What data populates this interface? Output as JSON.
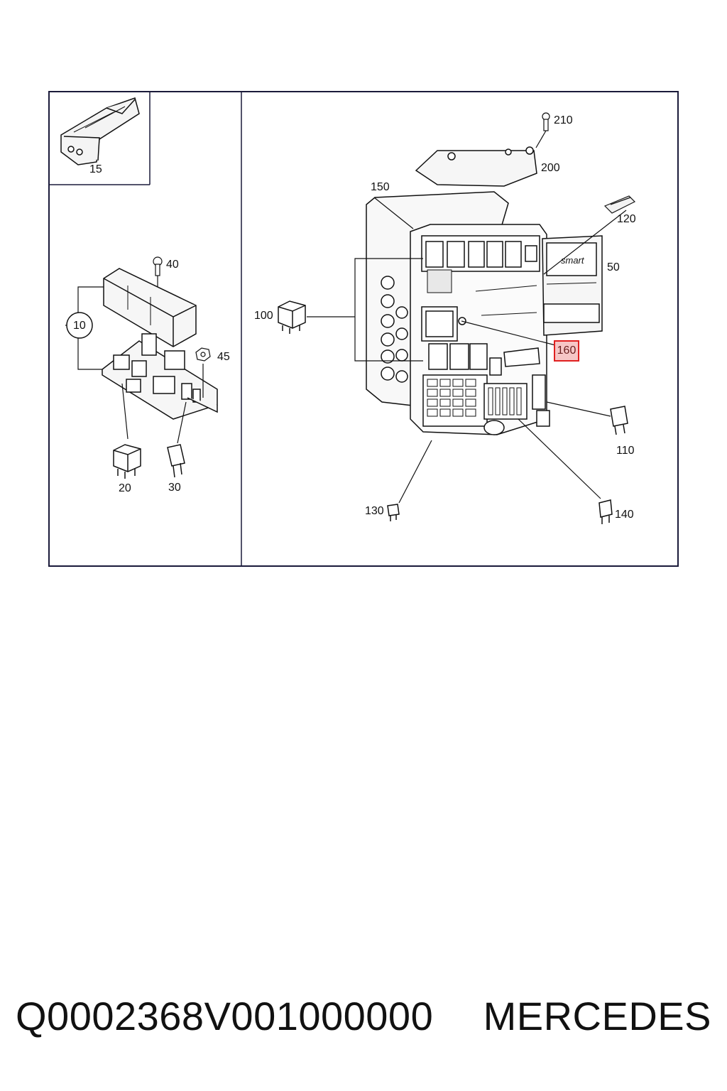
{
  "callouts": {
    "c15": "15",
    "c10": "10",
    "c40": "40",
    "c45": "45",
    "c20": "20",
    "c30": "30",
    "c210": "210",
    "c200": "200",
    "c150": "150",
    "c120": "120",
    "c50": "50",
    "c100": "100",
    "c160": "160",
    "c110": "110",
    "c130": "130",
    "c140": "140"
  },
  "diagram_text": {
    "brand_mark": "smart"
  },
  "caption": {
    "part_code": "Q0002368V001000000",
    "brand": "MERCEDES"
  },
  "highlight": {
    "selected_callout": "160",
    "color": "#e02020"
  }
}
